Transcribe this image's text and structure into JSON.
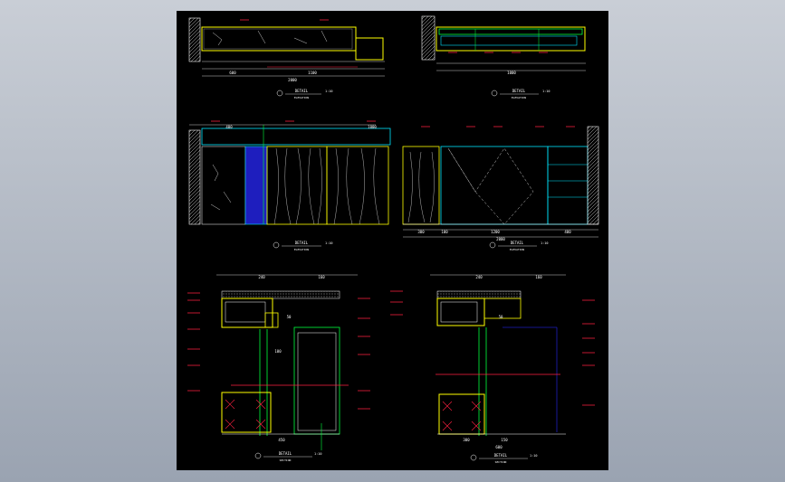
{
  "colors": {
    "background_outer": "#b7bec9",
    "sheet": "#000000",
    "yellow": "#ffff00",
    "cyan": "#00e5ff",
    "green": "#00ff3c",
    "red": "#ff2040",
    "magenta": "#ff00ff",
    "white": "#ffffff",
    "blue": "#1e1ebe",
    "grey": "#8c8c8c"
  },
  "views": {
    "v1": {
      "title": "DETAIL",
      "subtitle": "ELEVATION",
      "scale": "1:10",
      "dims": [
        "600",
        "1100",
        "2000"
      ]
    },
    "v2": {
      "title": "DETAIL",
      "subtitle": "ELEVATION",
      "scale": "1:10",
      "dims": [
        "1000"
      ]
    },
    "v3": {
      "title": "DETAIL",
      "subtitle": "ELEVATION",
      "scale": "1:10",
      "dims": [
        "400",
        "1000"
      ]
    },
    "v4": {
      "title": "DETAIL",
      "subtitle": "ELEVATION",
      "scale": "1:10",
      "dims": [
        "300",
        "100",
        "1200",
        "400",
        "2000"
      ]
    },
    "v5": {
      "title": "DETAIL",
      "subtitle": "SECTION",
      "scale": "1:10",
      "dims": [
        "240",
        "160",
        "450",
        "50",
        "100"
      ]
    },
    "v6": {
      "title": "DETAIL",
      "subtitle": "SECTION",
      "scale": "1:10",
      "dims": [
        "240",
        "160",
        "300",
        "150",
        "600",
        "50"
      ]
    }
  }
}
